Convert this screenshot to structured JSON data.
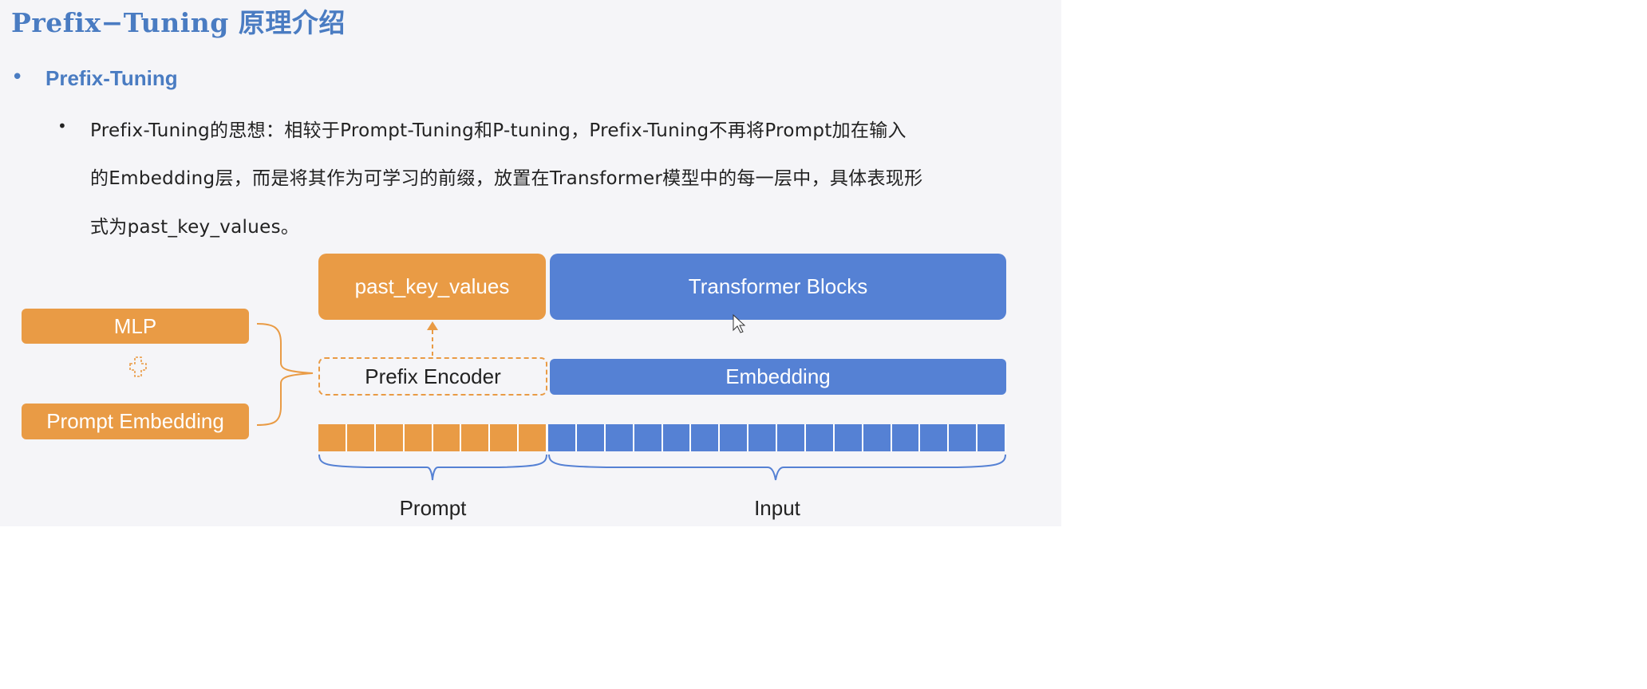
{
  "slide": {
    "title": "Prefix−Tuning 原理介绍",
    "bullet1": "Prefix-Tuning",
    "paragraph_lines": [
      "Prefix-Tuning的思想：相较于Prompt-Tuning和P-tuning，Prefix-Tuning不再将Prompt加在输入",
      "的Embedding层，而是将其作为可学习的前缀，放置在Transformer模型中的每一层中，具体表现形",
      "式为past_key_values。"
    ]
  },
  "diagram": {
    "boxes": {
      "mlp": "MLP",
      "prompt_embedding": "Prompt Embedding",
      "past_key_values": "past_key_values",
      "transformer_blocks": "Transformer Blocks",
      "prefix_encoder": "Prefix Encoder",
      "embedding": "Embedding"
    },
    "token_counts": {
      "prompt": 8,
      "input": 16
    },
    "labels": {
      "prompt": "Prompt",
      "input": "Input"
    },
    "colors": {
      "orange": "#e99b45",
      "blue": "#5581d4",
      "title": "#4a7cc2"
    }
  }
}
